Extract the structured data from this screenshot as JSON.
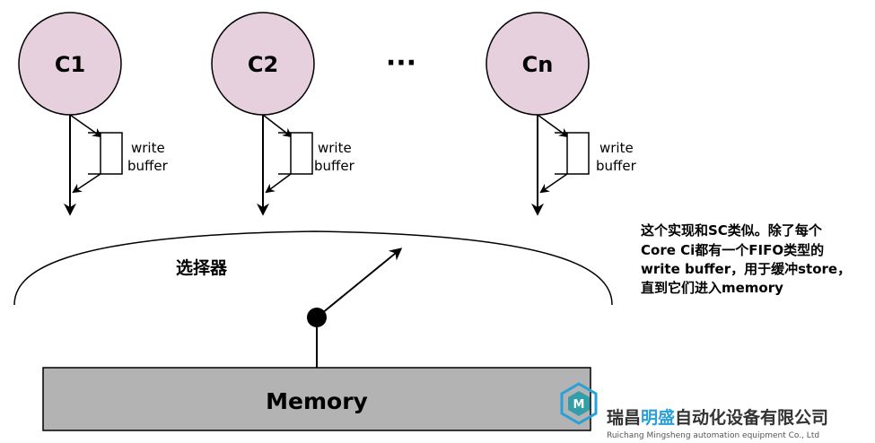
{
  "cores": [
    {
      "label": "C1"
    },
    {
      "label": "C2"
    },
    {
      "label": "Cn"
    }
  ],
  "ellipsis": "···",
  "buffer_label_line1": "write",
  "buffer_label_line2": "buffer",
  "selector_label": "选择器",
  "memory_label": "Memory",
  "note_lines": [
    "这个实现和SC类似。除了每个",
    "Core Ci都有一个FIFO类型的",
    "write buffer，用于缓冲store，",
    "直到它们进入memory"
  ],
  "watermark": {
    "company_cn_part1": "瑞昌",
    "company_cn_highlight": "明盛",
    "company_cn_part2": "自动化设备有限公司",
    "company_en": "Ruichang Mingsheng automation equipment Co., Ltd"
  },
  "colors": {
    "core_fill": "#e6d0de",
    "memory_fill": "#b3b3b3",
    "stroke": "#000000",
    "watermark_blue": "#2aa0d8",
    "watermark_teal": "#1a9aa8"
  }
}
